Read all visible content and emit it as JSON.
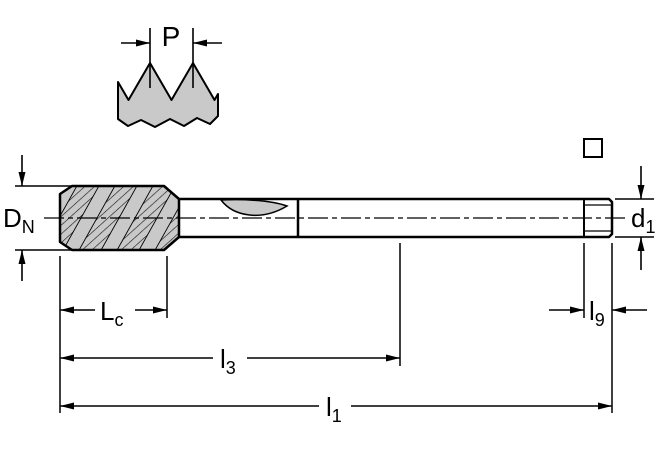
{
  "diagram": {
    "labels": {
      "pitch": {
        "base": "P",
        "sub": ""
      },
      "nominal_diameter": {
        "base": "D",
        "sub": "N"
      },
      "shank_diameter": {
        "base": "d",
        "sub": "1"
      },
      "chamfer_length": {
        "base": "L",
        "sub": "c"
      },
      "length_l3": {
        "base": "l",
        "sub": "3"
      },
      "square_length": {
        "base": "l",
        "sub": "9"
      },
      "overall_length": {
        "base": "l",
        "sub": "1"
      }
    },
    "colors": {
      "line": "#000000",
      "fill": "#c9c9c9",
      "background": "#ffffff"
    }
  }
}
